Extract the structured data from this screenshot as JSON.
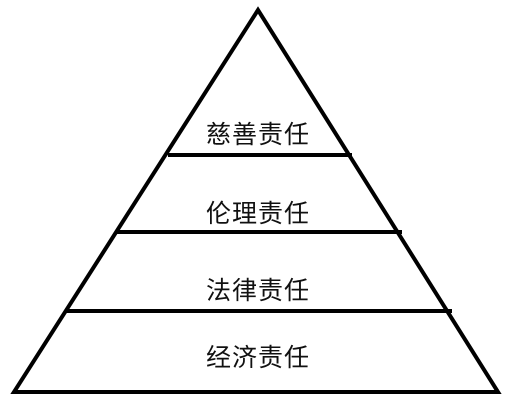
{
  "diagram": {
    "type": "pyramid",
    "stroke_color": "#000000",
    "fill_color": "#ffffff",
    "text_color": "#111111",
    "tiers": [
      {
        "label": "慈善责任"
      },
      {
        "label": "伦理责任"
      },
      {
        "label": "法律责任"
      },
      {
        "label": "经济责任"
      }
    ]
  }
}
